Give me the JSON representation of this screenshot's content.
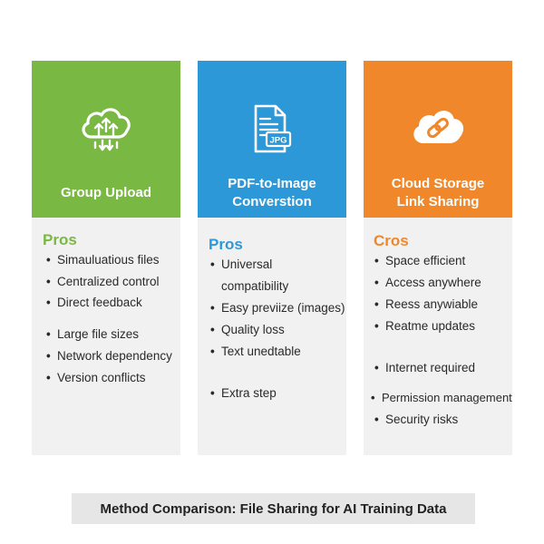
{
  "colors": {
    "green": "#79b843",
    "blue": "#2d98d8",
    "orange": "#f0872a",
    "card_body": "#f1f1f1",
    "footer_bg": "#e6e6e6"
  },
  "columns": [
    {
      "icon": "cloud-upload-icon",
      "title": "Group Upload",
      "section_label": "Pros",
      "items": [
        "Simauluatious files",
        "Centralized control",
        "Direct feedback",
        "Large file sizes",
        "Network dependency",
        "Version conflicts"
      ]
    },
    {
      "icon": "pdf-to-jpg-document-icon",
      "icon_text": "JPG",
      "title": "PDF-to-Image\nConverstion",
      "section_label": "Pros",
      "items": [
        "Universal",
        "compatibility",
        "Easy previize (images)",
        "Quality loss",
        "Text unedtable",
        "Extra step"
      ]
    },
    {
      "icon": "cloud-link-icon",
      "title": "Cloud Storage\nLink Sharing",
      "section_label": "Cros",
      "items": [
        "Space efficient",
        "Access anywhere",
        "Reess anywiable",
        "Reatme updates",
        "Internet required",
        "Permission management",
        "Security risks"
      ]
    }
  ],
  "footer": {
    "title": "Method Comparison: File Sharing for AI Training Data"
  }
}
